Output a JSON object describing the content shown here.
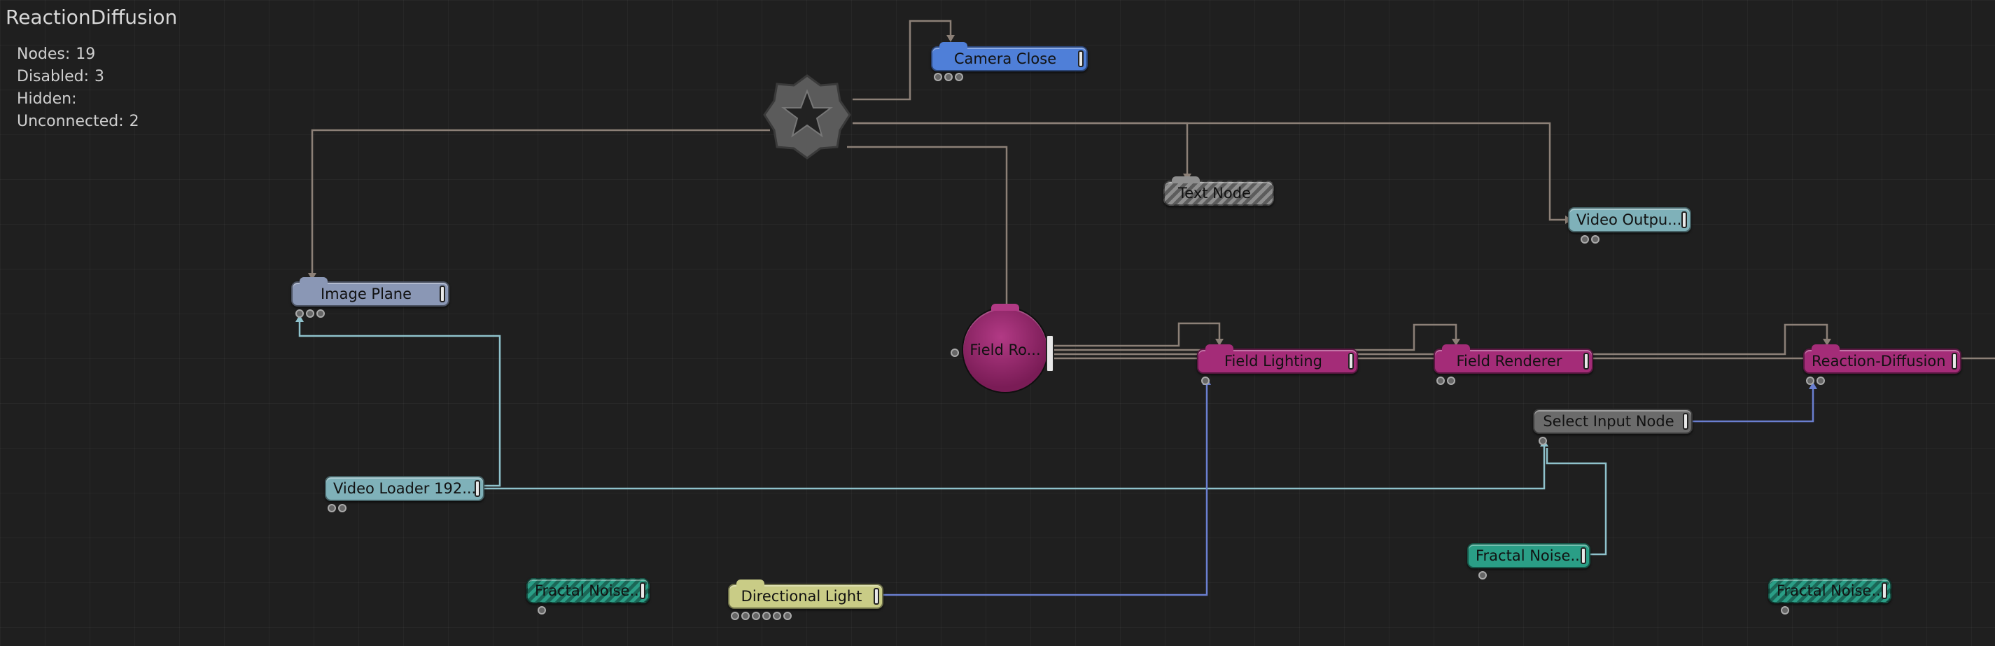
{
  "header": {
    "title": "ReactionDiffusion"
  },
  "stats": {
    "nodes_label": "Nodes:",
    "nodes_value": "19",
    "disabled_label": "Disabled:",
    "disabled_value": "3",
    "hidden_label": "Hidden:",
    "hidden_value": "",
    "unconnected_label": "Unconnected:",
    "unconnected_value": "2"
  },
  "nodes": {
    "camera_close": "Camera  Close",
    "text_node": "Text  Node",
    "video_output": "Video  Outpu...",
    "image_plane": "Image  Plane",
    "field_root": "Field  Ro...",
    "field_lighting": "Field  Lighting",
    "field_renderer": "Field  Renderer",
    "reaction_diffusion": "Reaction-Diffusion",
    "select_input_node": "Select  Input  Node",
    "video_loader": "Video  Loader  192...",
    "fractal_noise_1": "Fractal  Noise...",
    "directional_light": "Directional  Light",
    "fractal_noise_2": "Fractal  Noise...",
    "fractal_noise_3": "Fractal  Noise..."
  },
  "colors": {
    "camera": "#4f7fd8",
    "image_plane": "#8a97b5",
    "field": "#a42c78",
    "select": "#6b6b6b",
    "video": "#7fb1b9",
    "fractal": "#2a9e86",
    "light": "#c9cc86",
    "wire_root": "#8c8077",
    "wire_video": "#8fc2cc",
    "wire_blue": "#6a7fd0"
  },
  "icons": {
    "root": "star-gear-icon"
  }
}
